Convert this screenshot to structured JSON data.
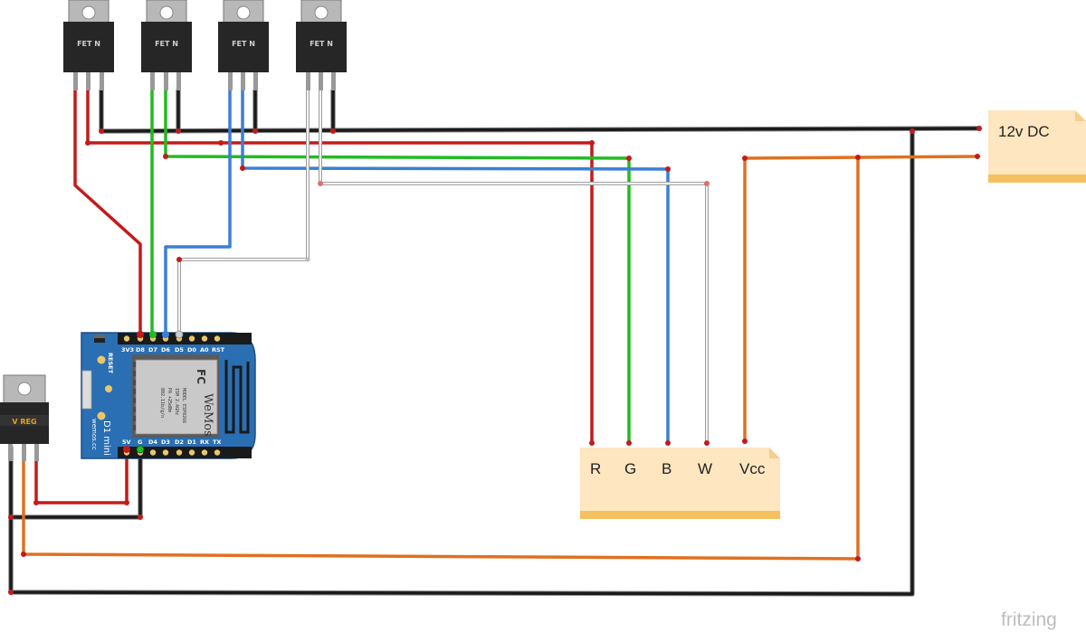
{
  "colors": {
    "red": "#c41a1a",
    "green": "#22bb22",
    "blue": "#3a7fd4",
    "white": "#d9d9d9",
    "black": "#1a1a1a",
    "orange": "#e07020",
    "board": "#2a6fb3",
    "note": "#fde6c0"
  },
  "fets": [
    {
      "label": "FET N"
    },
    {
      "label": "FET N"
    },
    {
      "label": "FET N"
    },
    {
      "label": "FET N"
    }
  ],
  "regulator": {
    "label": "V REG"
  },
  "board": {
    "top_pins": [
      "3V3",
      "D8",
      "D7",
      "D6",
      "D5",
      "D0",
      "A0",
      "RST"
    ],
    "bottom_pins": [
      "5V",
      "G",
      "D4",
      "D3",
      "D2",
      "D1",
      "RX",
      "TX"
    ],
    "reset_label": "RESET",
    "model_text": "D1 mini",
    "site_text": "wemos.cc",
    "chip_lines": [
      "MODEL ESP8266",
      "ISM 2.4GHz",
      "PA +25dBm",
      "802.11b/g/n"
    ],
    "brand": "WeMos",
    "fcc": "FC"
  },
  "power_note": {
    "label": "12v DC"
  },
  "led_note": {
    "labels": [
      "R",
      "G",
      "B",
      "W",
      "Vcc"
    ]
  },
  "watermark": "fritzing"
}
